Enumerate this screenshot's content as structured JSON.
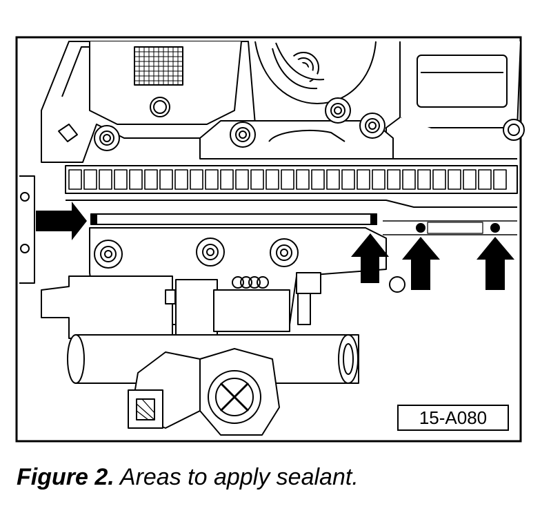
{
  "figure": {
    "ref_code": "15-A080",
    "caption_lead": "Figure 2.",
    "caption_text": "Areas to apply sealant."
  },
  "icons": {
    "left_arrow": "arrow-right-icon",
    "up_arrows": "arrow-up-icon"
  }
}
